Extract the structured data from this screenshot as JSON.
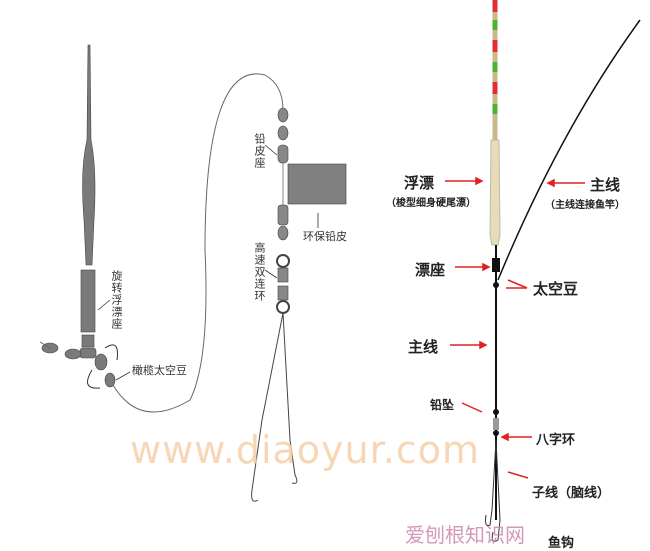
{
  "left_labels": {
    "swivel_float_seat": "旋转浮漂座",
    "olive_bean": "橄榄太空豆",
    "sinker_seat": "铅皮座",
    "eco_sinker": "环保铅皮",
    "swivel": "高速双连环"
  },
  "right_labels": {
    "float": "浮漂",
    "float_note": "（梭型细身硬尾漂）",
    "main_line_top": "主线",
    "main_line_note": "（主线连接鱼竿）",
    "float_seat": "漂座",
    "space_bean": "太空豆",
    "main_line": "主线",
    "sinker": "铅坠",
    "swivel": "八字环",
    "leader": "子线（脑线）",
    "hook": "鱼钩"
  },
  "watermarks": {
    "site": "www.diaoyur.com",
    "brand": "爱刨根知识网"
  },
  "colors": {
    "arrow": "#e02020",
    "float_tip_red": "#e03030",
    "float_tip_green": "#50b030",
    "float_body": "#e6dcb8"
  }
}
